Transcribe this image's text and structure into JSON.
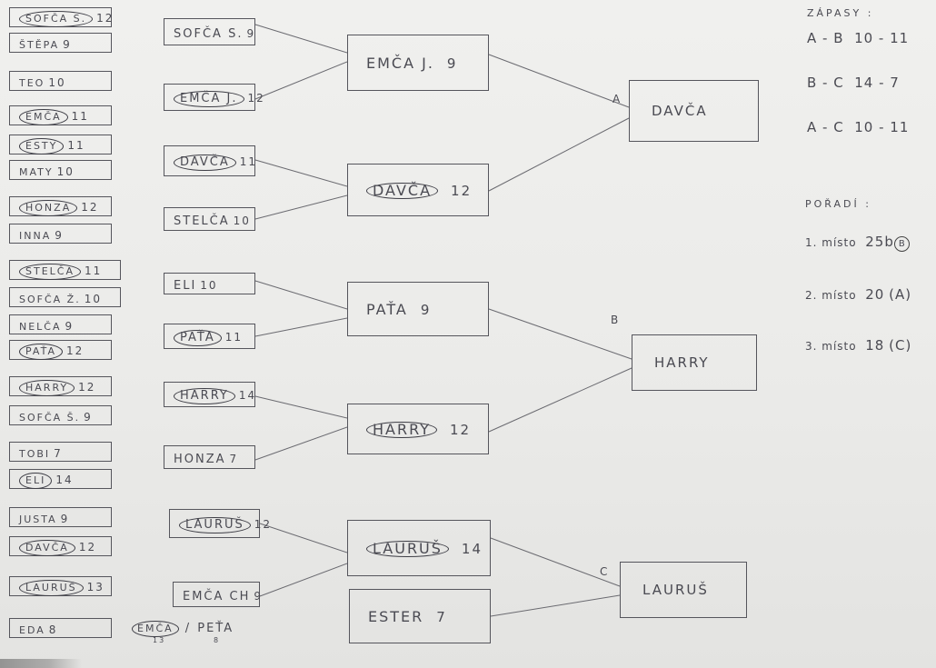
{
  "round1": [
    {
      "name": "SOFČA S.",
      "score": "12",
      "circled": true
    },
    {
      "name": "ŠTĚPA",
      "score": "9",
      "circled": false
    },
    {
      "name": "TEO",
      "score": "10",
      "circled": false
    },
    {
      "name": "EMČA",
      "score": "11",
      "circled": true
    },
    {
      "name": "ESTY",
      "score": "11",
      "circled": true
    },
    {
      "name": "MATY",
      "score": "10",
      "circled": false
    },
    {
      "name": "HONZA",
      "score": "12",
      "circled": true
    },
    {
      "name": "INNA",
      "score": "9",
      "circled": false
    },
    {
      "name": "STELČA",
      "score": "11",
      "circled": true
    },
    {
      "name": "SOFČA Ž.",
      "score": "10",
      "circled": false
    },
    {
      "name": "NELČA",
      "score": "9",
      "circled": false
    },
    {
      "name": "PAŤA",
      "score": "12",
      "circled": true
    },
    {
      "name": "HARRY",
      "score": "12",
      "circled": true
    },
    {
      "name": "SOFČA Š.",
      "score": "9",
      "circled": false
    },
    {
      "name": "TOBI",
      "score": "7",
      "circled": false
    },
    {
      "name": "ELI",
      "score": "14",
      "circled": true
    },
    {
      "name": "JUSTA",
      "score": "9",
      "circled": false
    },
    {
      "name": "DAVČA",
      "score": "12",
      "circled": true
    },
    {
      "name": "LAURUŠ",
      "score": "13",
      "circled": true
    },
    {
      "name": "EDA",
      "score": "8",
      "circled": false
    }
  ],
  "extra": {
    "name1": "EMČA",
    "score1": "13",
    "name2": "PEŤA",
    "score2": "8"
  },
  "round2": [
    {
      "name": "SOFČA S.",
      "score": "9",
      "circled": false
    },
    {
      "name": "EMČA J.",
      "score": "12",
      "circled": true
    },
    {
      "name": "DAVČA",
      "score": "11",
      "circled": true
    },
    {
      "name": "STELČA",
      "score": "10",
      "circled": false
    },
    {
      "name": "ELI",
      "score": "10",
      "circled": false
    },
    {
      "name": "PAŤA",
      "score": "11",
      "circled": true
    },
    {
      "name": "HARRY",
      "score": "14",
      "circled": true
    },
    {
      "name": "HONZA",
      "score": "7",
      "circled": false
    },
    {
      "name": "LAURUŠ",
      "score": "12",
      "circled": true
    },
    {
      "name": "EMČA CH",
      "score": "9",
      "circled": false
    }
  ],
  "round3": [
    {
      "name": "EMČA J.",
      "score": "9",
      "circled": false
    },
    {
      "name": "DAVČA",
      "score": "12",
      "circled": true
    },
    {
      "name": "PAŤA",
      "score": "9",
      "circled": false
    },
    {
      "name": "HARRY",
      "score": "12",
      "circled": true
    },
    {
      "name": "LAURUŠ",
      "score": "14",
      "circled": true
    },
    {
      "name": "ESTER",
      "score": "7",
      "circled": false
    }
  ],
  "groups": [
    {
      "letter": "A",
      "name": "DAVČA"
    },
    {
      "letter": "B",
      "name": "HARRY"
    },
    {
      "letter": "C",
      "name": "LAURUŠ"
    }
  ],
  "matches": {
    "heading": "ZÁPASY :",
    "rows": [
      {
        "pair": "A - B",
        "score": "10 - 11"
      },
      {
        "pair": "B - C",
        "score": "14 - 7"
      },
      {
        "pair": "A - C",
        "score": "10 - 11"
      }
    ]
  },
  "ranking": {
    "heading": "POŘADÍ :",
    "rows": [
      {
        "place": "1. místo",
        "points": "25b",
        "group": "B"
      },
      {
        "place": "2. místo",
        "points": "20",
        "group": "(A)"
      },
      {
        "place": "3. místo",
        "points": "18",
        "group": "(C)"
      }
    ]
  }
}
